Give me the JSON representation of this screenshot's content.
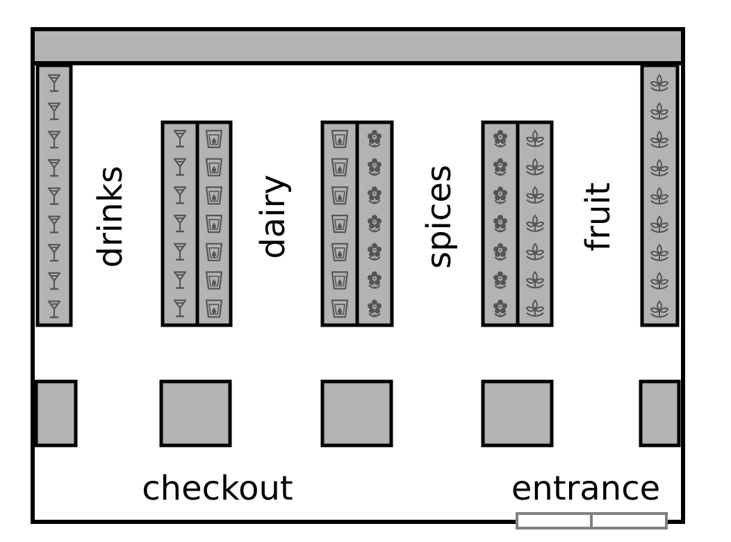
{
  "colors": {
    "wall": "#000000",
    "shelf_fill": "#b3b3b3",
    "icon": "#555555",
    "entrance_door": "#808080",
    "background": "#ffffff"
  },
  "sections": {
    "drinks": "drinks",
    "dairy": "dairy",
    "spices": "spices",
    "fruit": "fruit"
  },
  "areas": {
    "checkout": "checkout",
    "entrance": "entrance"
  },
  "icons": {
    "drinks": "cocktail-glass-icon",
    "dairy": "milk-cup-icon",
    "spices": "flower-icon",
    "fruit": "leaf-sprout-icon"
  }
}
